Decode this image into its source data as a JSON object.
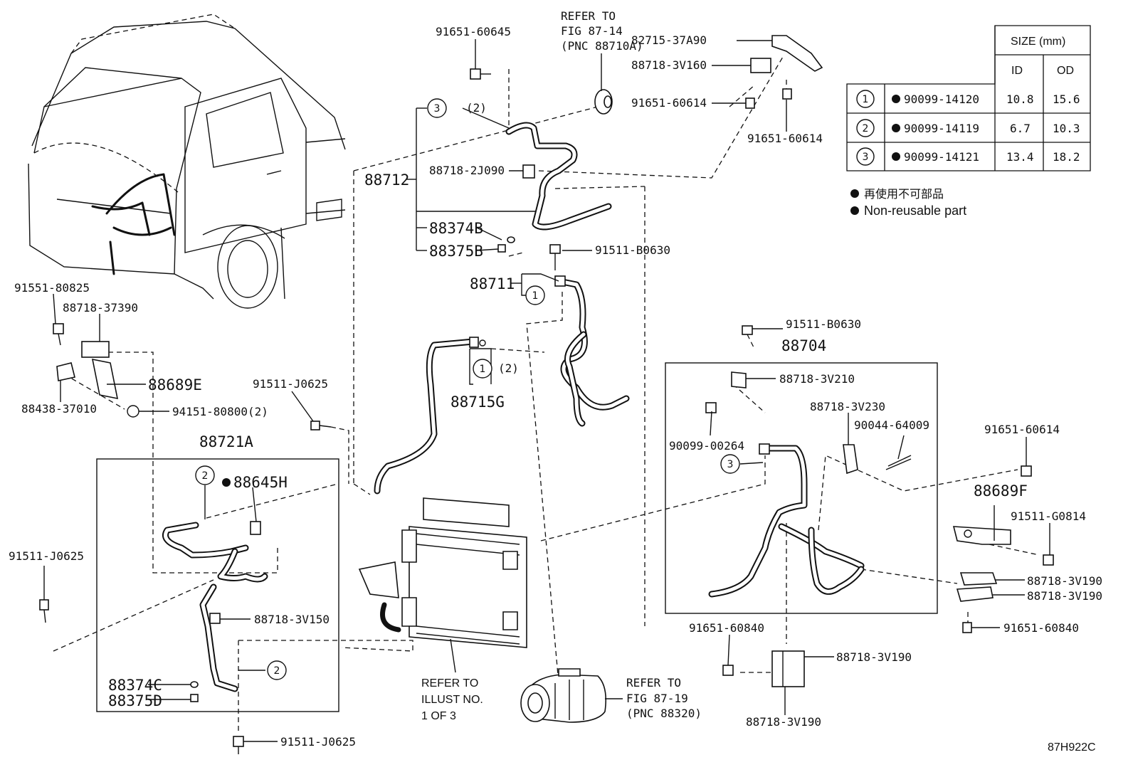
{
  "labels": {
    "p91651_60645": "91651-60645",
    "refer_87_14_l1": "REFER TO",
    "refer_87_14_l2": "FIG 87-14",
    "refer_87_14_l3": "(PNC 88710A)",
    "p82715_37A90": "82715-37A90",
    "p88718_3V160": "88718-3V160",
    "p91651_60614_a": "91651-60614",
    "p91651_60614_b": "91651-60614",
    "p91651_60614_c": "91651-60614",
    "p88712": "88712",
    "p88718_2J090": "88718-2J090",
    "p88374B": "88374B",
    "p88375B": "88375B",
    "p91511_B0630_a": "91511-B0630",
    "p91511_B0630_b": "91511-B0630",
    "p88711": "88711",
    "p88715G": "88715G",
    "p91551_80825": "91551-80825",
    "p88718_37390": "88718-37390",
    "p88689E": "88689E",
    "p88438_37010": "88438-37010",
    "p94151_80800": "94151-80800(2)",
    "p91511_J0625_a": "91511-J0625",
    "p91511_J0625_b": "91511-J0625",
    "p91511_J0625_c": "91511-J0625",
    "p88721A": "88721A",
    "p88645H": "88645H",
    "p88718_3V150": "88718-3V150",
    "p88374C": "88374C",
    "p88375D": "88375D",
    "refer_illust_l1": "REFER TO",
    "refer_illust_l2": "ILLUST NO.",
    "refer_illust_l3": "1 OF 3",
    "refer_87_19_l1": "REFER TO",
    "refer_87_19_l2": "FIG 87-19",
    "refer_87_19_l3": "(PNC 88320)",
    "p88704": "88704",
    "p88718_3V210": "88718-3V210",
    "p88718_3V230": "88718-3V230",
    "p90044_64009": "90044-64009",
    "p90099_00264": "90099-00264",
    "p88689F": "88689F",
    "p91511_G0814": "91511-G0814",
    "p88718_3V190_a": "88718-3V190",
    "p88718_3V190_b": "88718-3V190",
    "p88718_3V190_c": "88718-3V190",
    "p88718_3V190_d": "88718-3V190",
    "p91651_60840_a": "91651-60840",
    "p91651_60840_b": "91651-60840",
    "qty2": "(2)",
    "fig_code": "87H922C"
  },
  "callouts": {
    "c1": "1",
    "c2": "2",
    "c3": "3"
  },
  "size_table": {
    "header": "SIZE (mm)",
    "col_id": "ID",
    "col_od": "OD",
    "rows": [
      {
        "ref": "1",
        "part": "90099-14120",
        "id": "10.8",
        "od": "15.6"
      },
      {
        "ref": "2",
        "part": "90099-14119",
        "id": "6.7",
        "od": "10.3"
      },
      {
        "ref": "3",
        "part": "90099-14121",
        "id": "13.4",
        "od": "18.2"
      }
    ]
  },
  "legend": {
    "jp": "再使用不可部品",
    "en": "Non-reusable part"
  }
}
